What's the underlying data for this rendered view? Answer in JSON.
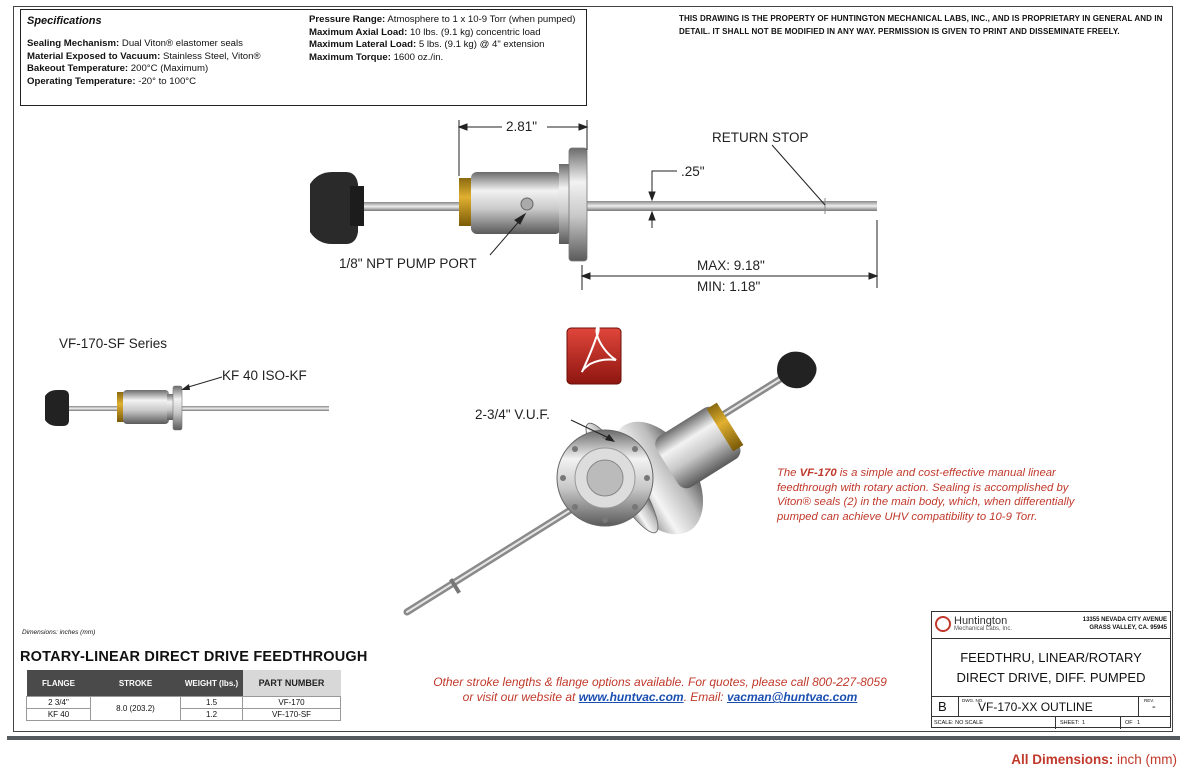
{
  "specs": {
    "heading": "Specifications",
    "left_lines": [
      {
        "label": "Sealing Mechanism:",
        "value": "Dual Viton® elastomer seals"
      },
      {
        "label": "Material Exposed to Vacuum:",
        "value": "Stainless Steel, Viton®"
      },
      {
        "label": "Bakeout Temperature:",
        "value": "200°C (Maximum)"
      },
      {
        "label": "Operating Temperature:",
        "value": "-20° to 100°C"
      }
    ],
    "right_lines": [
      {
        "label": "Pressure Range:",
        "value": "Atmosphere to 1 x 10-9 Torr (when pumped)"
      },
      {
        "label": "Maximum Axial Load:",
        "value": "10 lbs. (9.1 kg) concentric load"
      },
      {
        "label": "Maximum Lateral Load:",
        "value": "5 lbs. (9.1 kg) @ 4\" extension"
      },
      {
        "label": "Maximum Torque:",
        "value": "1600 oz./in."
      }
    ]
  },
  "property_notice": "THIS DRAWING IS THE PROPERTY OF HUNTINGTON MECHANICAL LABS, INC., AND IS PROPRIETARY IN GENERAL AND IN DETAIL.  IT SHALL NOT BE MODIFIED IN ANY WAY.  PERMISSION IS GIVEN TO PRINT AND DISSEMINATE FREELY.",
  "drawing": {
    "dim_281": "2.81\"",
    "return_stop": "RETURN STOP",
    "dim_025": ".25\"",
    "pump_port": "1/8\" NPT PUMP PORT",
    "max": "MAX: 9.18\"",
    "min": "MIN: 1.18\"",
    "series_title": "VF-170-SF  Series",
    "kf40": "KF 40  ISO-KF",
    "vuf": "2-3/4\" V.U.F.",
    "pdf_icon": "pdf-icon"
  },
  "description": {
    "text_before": "The ",
    "model": "VF-170",
    "text_after": " is a simple and cost-effective manual linear feedthrough with rotary action.  Sealing is accomplished by Viton® seals (2) in the main body, which, when differentially pumped can achieve UHV compatibility to 10-9 Torr."
  },
  "dimensions_note": "Dimensions:  inches (mm)",
  "product_title": "ROTARY-LINEAR DIRECT DRIVE FEEDTHROUGH",
  "parts_table": {
    "headers": [
      "FLANGE",
      "STROKE",
      "WEIGHT (lbs.)",
      "PART NUMBER"
    ],
    "stroke": "8.0  (203.2)",
    "rows": [
      {
        "flange": "2 3/4\"",
        "weight": "1.5",
        "part": "VF-170"
      },
      {
        "flange": "KF 40",
        "weight": "1.2",
        "part": "VF-170-SF"
      }
    ]
  },
  "contact": {
    "line1": "Other stroke lengths & flange options available.  For quotes, please call 800-227-8059",
    "line2_pre": "or visit our website at ",
    "website": "www.huntvac.com",
    "line2_mid": ".  Email: ",
    "email": "vacman@huntvac.com"
  },
  "title_block": {
    "company": "Huntington",
    "company_sub": "Mechanical Labs, Inc.",
    "address1": "13355 NEVADA CITY AVENUE",
    "address2": "GRASS VALLEY, CA. 95945",
    "title1": "FEEDTHRU, LINEAR/ROTARY",
    "title2": "DIRECT DRIVE, DIFF. PUMPED",
    "size": "B",
    "dwg_label": "DWG. NO.",
    "dwg_no": "VF-170-XX OUTLINE",
    "rev_label": "REV.",
    "rev": "-",
    "scale": "SCALE:  NO SCALE",
    "sheet_label": "SHEET:",
    "sheet": "1",
    "of_label": "OF",
    "of": "1"
  },
  "footer": {
    "label": "All Dimensions:",
    "value": " inch (mm)"
  }
}
